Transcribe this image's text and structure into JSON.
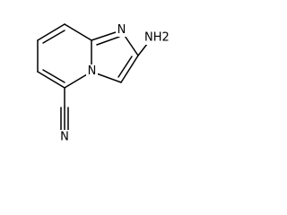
{
  "molecule": {
    "atoms": {
      "n_imine": "N",
      "n_bridge": "N",
      "amino": "NH2",
      "nitrile_n": "N"
    }
  }
}
